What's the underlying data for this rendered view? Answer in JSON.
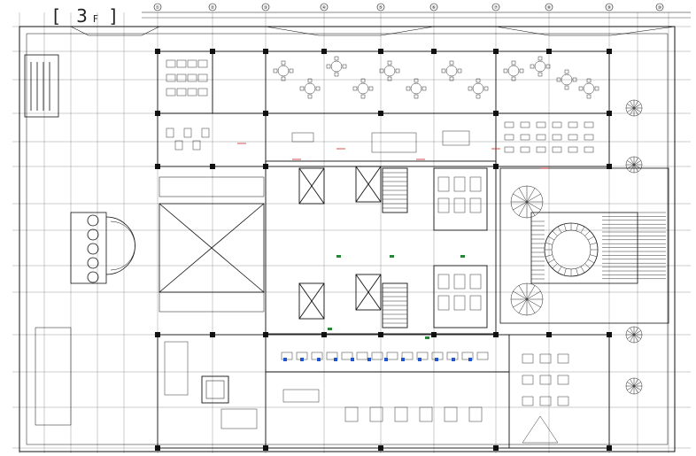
{
  "floor": {
    "bracket_open": "[",
    "number": "3",
    "suffix": "F",
    "bracket_close": "]"
  },
  "grid": {
    "columns": [
      "①",
      "②",
      "③",
      "④",
      "⑤",
      "⑥",
      "⑦",
      "⑧",
      "⑨",
      "⑩"
    ]
  },
  "colors": {
    "line": "#111111",
    "thin": "#555555",
    "faint": "#9a9a9a",
    "accent_red": "#cc2222",
    "accent_blue": "#2255cc",
    "accent_green": "#228833"
  }
}
